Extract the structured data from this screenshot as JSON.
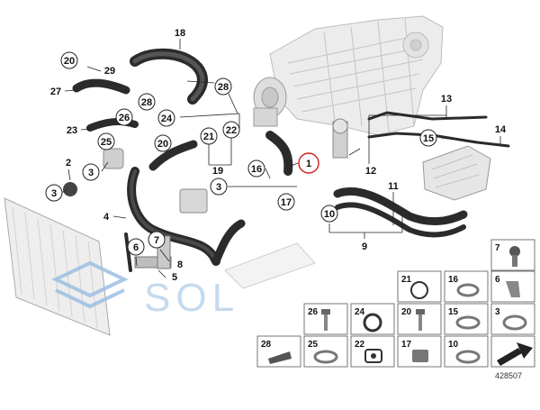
{
  "diagram": {
    "doc_number": "428507",
    "watermark": "SOL",
    "callouts": {
      "c20a": "20",
      "c29": "29",
      "c27": "27",
      "c18": "18",
      "c28a": "28",
      "c28b": "28",
      "c23": "23",
      "c26": "26",
      "c24": "24",
      "c25": "25",
      "c20b": "20",
      "c21": "21",
      "c22": "22",
      "c19": "19",
      "c2": "2",
      "c3a": "3",
      "c3b": "3",
      "c3c": "3",
      "c16": "16",
      "c1": "1",
      "c17": "17",
      "c13": "13",
      "c14": "14",
      "c15": "15",
      "c12": "12",
      "c11": "11",
      "c10": "10",
      "c9": "9",
      "c4": "4",
      "c6": "6",
      "c7": "7",
      "c8": "8",
      "c5": "5"
    },
    "parts_grid": {
      "r1c1": "7",
      "r2c1": "21",
      "r2c2": "16",
      "r2c3": "6",
      "r3c1": "26",
      "r3c2": "24",
      "r3c3": "20",
      "r3c4": "15",
      "r3c5": "3",
      "r4c1": "28",
      "r4c2": "25",
      "r4c3": "22",
      "r4c4": "17",
      "r4c5": "10"
    }
  }
}
